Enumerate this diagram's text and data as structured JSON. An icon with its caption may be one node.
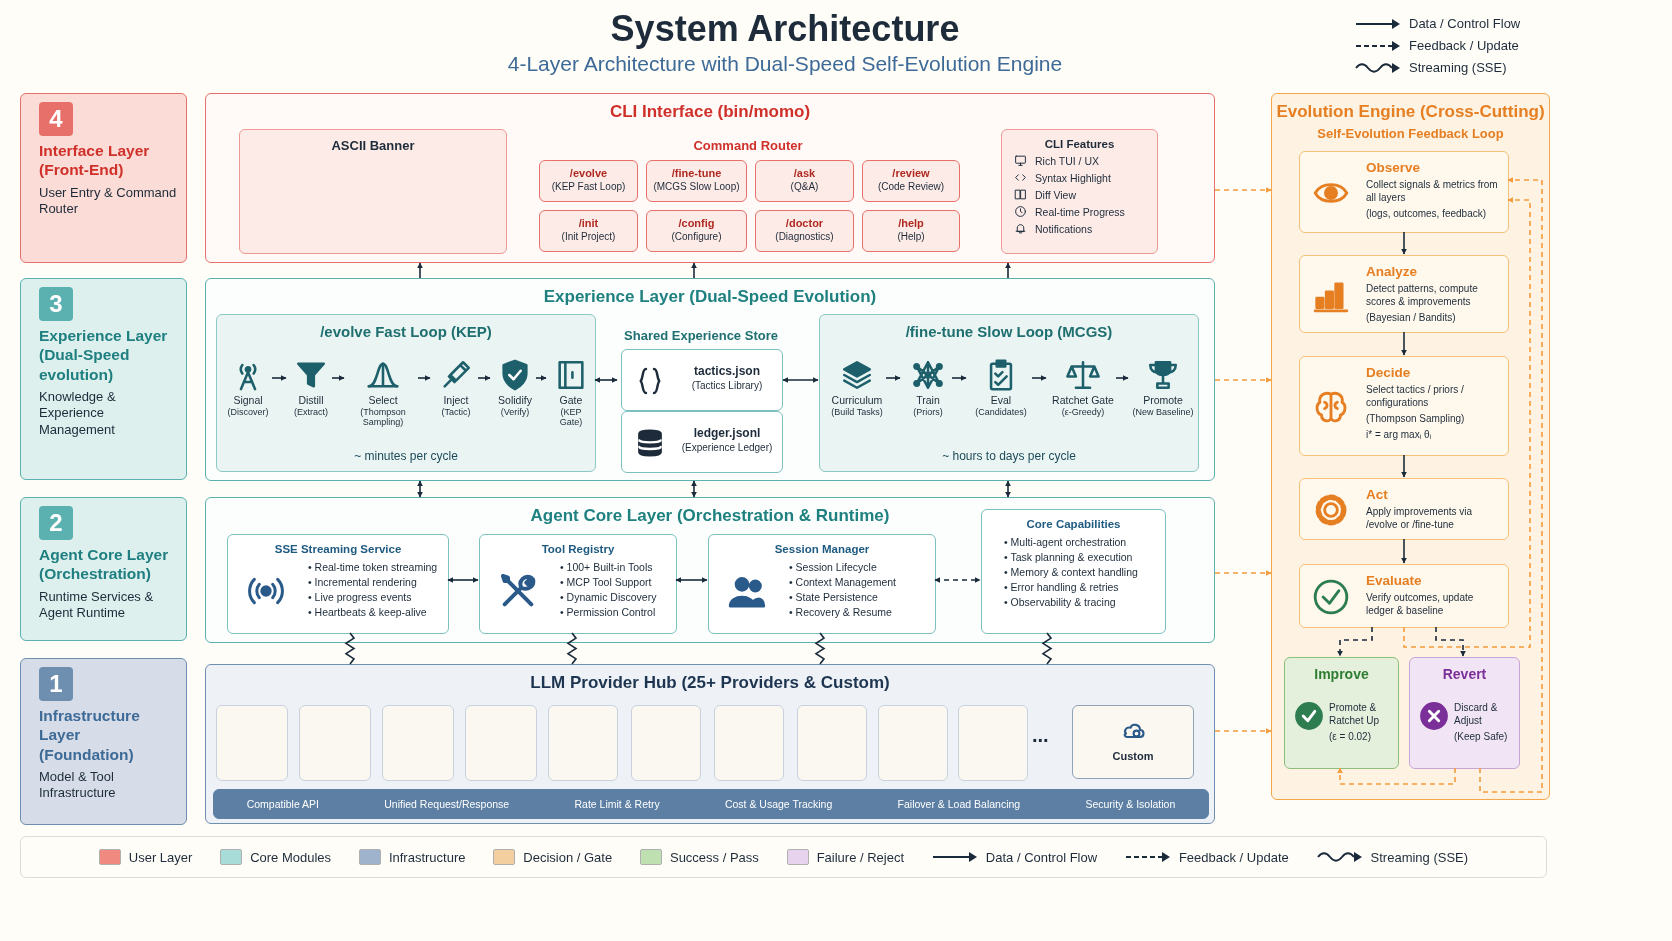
{
  "diagram": {
    "title": "System Architecture",
    "caption": "4-Layer Architecture with Dual-Speed Self-Evolution Engine",
    "nodes": [
      {
        "text": [
          "4",
          "Interface Layer (Front-End)",
          "User Entry & Command Router"
        ]
      },
      {
        "text": [
          "3",
          "Experience Layer (Dual-Speed evolution)",
          "Knowledge & Experience Management"
        ]
      },
      {
        "text": [
          "2",
          "Agent Core Layer (Orchestration)",
          "Runtime Services & Agent Runtime"
        ]
      },
      {
        "text": [
          "1",
          "Infrastructure Layer (Foundation)",
          "Model & Tool Infrastructure"
        ]
      },
      {
        "text": [
          "CLI Interface (bin/momo)"
        ]
      },
      {
        "text": [
          "ASCII Banner"
        ],
        "in": 4
      },
      {
        "text": [
          "Command Router"
        ],
        "in": 4
      },
      {
        "text": [
          "/evolve",
          "(KEP Fast Loop)"
        ],
        "in": 6
      },
      {
        "text": [
          "/fine-tune",
          "(MCGS Slow Loop)"
        ],
        "in": 6
      },
      {
        "text": [
          "/ask",
          "(Q&A)"
        ],
        "in": 6
      },
      {
        "text": [
          "/review",
          "(Code Review)"
        ],
        "in": 6
      },
      {
        "text": [
          "/init",
          "(Init Project)"
        ],
        "in": 6
      },
      {
        "text": [
          "/config",
          "(Configure)"
        ],
        "in": 6
      },
      {
        "text": [
          "/doctor",
          "(Diagnostics)"
        ],
        "in": 6
      },
      {
        "text": [
          "/help",
          "(Help)"
        ],
        "in": 6
      },
      {
        "text": [
          "CLI Features",
          "Rich TUI / UX",
          "Syntax Highlight",
          "Diff View",
          "Real-time Progress",
          "Notifications"
        ],
        "in": 4
      },
      {
        "text": [
          "Experience Layer (Dual-Speed Evolution)"
        ]
      },
      {
        "text": [
          "/evolve Fast Loop (KEP)",
          "~ minutes per cycle"
        ],
        "in": 16
      },
      {
        "text": [
          "Signal",
          "(Discover)"
        ],
        "in": 17
      },
      {
        "text": [
          "Distill",
          "(Extract)"
        ],
        "in": 17
      },
      {
        "text": [
          "Select",
          "(Thompson Sampling)"
        ],
        "in": 17
      },
      {
        "text": [
          "Inject",
          "(Tactic)"
        ],
        "in": 17
      },
      {
        "text": [
          "Solidify",
          "(Verify)"
        ],
        "in": 17
      },
      {
        "text": [
          "Gate",
          "(KEP Gate)"
        ],
        "in": 17
      },
      {
        "text": [
          "Shared Experience Store"
        ],
        "in": 16
      },
      {
        "text": [
          "tactics.json",
          "(Tactics Library)"
        ],
        "in": 24
      },
      {
        "text": [
          "ledger.jsonl",
          "(Experience Ledger)"
        ],
        "in": 24
      },
      {
        "text": [
          "/fine-tune Slow Loop (MCGS)",
          "~ hours to days per cycle"
        ],
        "in": 16
      },
      {
        "text": [
          "Curriculum",
          "(Build Tasks)"
        ],
        "in": 27
      },
      {
        "text": [
          "Train",
          "(Priors)"
        ],
        "in": 27
      },
      {
        "text": [
          "Eval",
          "(Candidates)"
        ],
        "in": 27
      },
      {
        "text": [
          "Ratchet Gate",
          "(ε-Greedy)"
        ],
        "in": 27
      },
      {
        "text": [
          "Promote",
          "(New Baseline)"
        ],
        "in": 27
      },
      {
        "text": [
          "Agent Core Layer (Orchestration & Runtime)"
        ]
      },
      {
        "text": [
          "SSE Streaming Service",
          "• Real-time token streaming",
          "• Incremental rendering",
          "• Live progress events",
          "• Heartbeats & keep-alive"
        ],
        "in": 33
      },
      {
        "text": [
          "Tool Registry",
          "• 100+ Built-in Tools",
          "• MCP Tool Support",
          "• Dynamic Discovery",
          "• Permission Control"
        ],
        "in": 33
      },
      {
        "text": [
          "Session Manager",
          "• Session Lifecycle",
          "• Context Management",
          "• State Persistence",
          "• Recovery & Resume"
        ],
        "in": 33
      },
      {
        "text": [
          "Core Capabilities",
          "• Multi-agent orchestration",
          "• Task planning & execution",
          "• Memory & context handling",
          "• Error handling & retries",
          "• Observability & tracing"
        ],
        "in": 33
      },
      {
        "text": [
          "LLM Provider Hub (25+ Providers & Custom)"
        ]
      },
      {
        "text": [],
        "shape": "box",
        "in": 38
      },
      {
        "text": [],
        "shape": "box",
        "in": 38
      },
      {
        "text": [],
        "shape": "box",
        "in": 38
      },
      {
        "text": [],
        "shape": "box",
        "in": 38
      },
      {
        "text": [],
        "shape": "box",
        "in": 38
      },
      {
        "text": [],
        "shape": "box",
        "in": 38
      },
      {
        "text": [],
        "shape": "box",
        "in": 38
      },
      {
        "text": [],
        "shape": "box",
        "in": 38
      },
      {
        "text": [],
        "shape": "box",
        "in": 38
      },
      {
        "text": [],
        "shape": "box",
        "in": 38
      },
      {
        "text": [
          "Custom"
        ],
        "in": 38
      },
      {
        "text": [
          "Compatible API",
          "Unified Request/Response",
          "Rate Limit & Retry",
          "Cost & Usage Tracking",
          "Failover & Load Balancing",
          "Security & Isolation"
        ],
        "in": 38
      },
      {
        "text": [
          "Evolution Engine (Cross-Cutting)",
          "Self-Evolution Feedback Loop"
        ]
      },
      {
        "text": [
          "Observe",
          "Collect signals & metrics from all layers",
          "(logs, outcomes, feedback)"
        ],
        "in": 51
      },
      {
        "text": [
          "Analyze",
          "Detect patterns, compute scores & improvements",
          "(Bayesian / Bandits)"
        ],
        "in": 51
      },
      {
        "text": [
          "Decide",
          "Select tactics / priors / configurations",
          "(Thompson Sampling)",
          "i* = arg maxᵢ θᵢ"
        ],
        "in": 51
      },
      {
        "text": [
          "Act",
          "Apply improvements via /evolve or /fine-tune"
        ],
        "in": 51
      },
      {
        "text": [
          "Evaluate",
          "Verify outcomes, update ledger & baseline"
        ],
        "in": 51
      },
      {
        "text": [
          "Improve",
          "Promote & Ratchet Up",
          "(ε = 0.02)"
        ],
        "in": 51
      },
      {
        "text": [
          "Revert",
          "Discard & Adjust",
          "(Keep Safe)"
        ],
        "in": 51
      }
    ],
    "edges": [
      {
        "from": 16,
        "to": 4,
        "arrow": "to"
      },
      {
        "from": 16,
        "to": 4,
        "arrow": "to"
      },
      {
        "from": 16,
        "to": 4,
        "arrow": "to"
      },
      {
        "from": 18,
        "to": 19,
        "arrow": "to"
      },
      {
        "from": 19,
        "to": 20,
        "arrow": "to"
      },
      {
        "from": 20,
        "to": 21,
        "arrow": "to"
      },
      {
        "from": 21,
        "to": 22,
        "arrow": "to"
      },
      {
        "from": 22,
        "to": 23,
        "arrow": "to"
      },
      {
        "from": 17,
        "to": 24,
        "arrow": "both"
      },
      {
        "from": 24,
        "to": 27,
        "arrow": "both"
      },
      {
        "from": 28,
        "to": 29,
        "arrow": "to"
      },
      {
        "from": 29,
        "to": 30,
        "arrow": "to"
      },
      {
        "from": 30,
        "to": 31,
        "arrow": "to"
      },
      {
        "from": 31,
        "to": 32,
        "arrow": "to"
      },
      {
        "from": 16,
        "to": 33,
        "arrow": "both"
      },
      {
        "from": 16,
        "to": 33,
        "arrow": "both"
      },
      {
        "from": 16,
        "to": 33,
        "arrow": "both"
      },
      {
        "from": 34,
        "to": 35,
        "arrow": "both"
      },
      {
        "from": 35,
        "to": 36,
        "arrow": "both"
      },
      {
        "from": 36,
        "to": 37,
        "arrow": "both",
        "style": "dashed"
      },
      {
        "from": 34,
        "to": 38,
        "arrow": "none"
      },
      {
        "from": 35,
        "to": 38,
        "arrow": "none"
      },
      {
        "from": 36,
        "to": 38,
        "arrow": "none"
      },
      {
        "from": 37,
        "to": 38,
        "arrow": "none"
      },
      {
        "from": 4,
        "to": 51,
        "arrow": "to",
        "style": "dashed",
        "color": "#f39c3c"
      },
      {
        "from": 16,
        "to": 51,
        "arrow": "to",
        "style": "dashed",
        "color": "#f39c3c"
      },
      {
        "from": 33,
        "to": 51,
        "arrow": "to",
        "style": "dashed",
        "color": "#f39c3c"
      },
      {
        "from": 38,
        "to": 51,
        "arrow": "to",
        "style": "dashed",
        "color": "#f39c3c"
      },
      {
        "from": 52,
        "to": 53,
        "arrow": "to"
      },
      {
        "from": 53,
        "to": 54,
        "arrow": "to"
      },
      {
        "from": 54,
        "to": 55,
        "arrow": "to"
      },
      {
        "from": 55,
        "to": 56,
        "arrow": "to"
      },
      {
        "from": 56,
        "to": 57,
        "arrow": "to",
        "style": "dashed"
      },
      {
        "from": 56,
        "to": 58,
        "arrow": "to",
        "style": "dashed"
      },
      {
        "from": 56,
        "to": 52,
        "arrow": "to",
        "style": "dashed",
        "color": "#f39c3c"
      },
      {
        "from": 58,
        "to": 57,
        "arrow": "to",
        "style": "dashed",
        "color": "#f39c3c"
      },
      {
        "from": 58,
        "to": 52,
        "arrow": "to",
        "style": "dashed",
        "color": "#f39c3c"
      }
    ],
    "labels": [
      "..."
    ],
    "legend": [
      {
        "text": "Data / Control Flow"
      },
      {
        "text": "Feedback / Update"
      },
      {
        "text": "Streaming (SSE)"
      },
      {
        "text": "User Layer",
        "color": "#f08a80"
      },
      {
        "text": "Core Modules",
        "color": "#a8dcd9"
      },
      {
        "text": "Infrastructure",
        "color": "#9fb3cc"
      },
      {
        "text": "Decision / Gate",
        "color": "#f3cf9f"
      },
      {
        "text": "Success / Pass",
        "color": "#bfe0b0"
      },
      {
        "text": "Failure / Reject",
        "color": "#e8d3ee"
      },
      {
        "text": "Data / Control Flow"
      },
      {
        "text": "Feedback / Update"
      },
      {
        "text": "Streaming (SSE)"
      }
    ]
  }
}
